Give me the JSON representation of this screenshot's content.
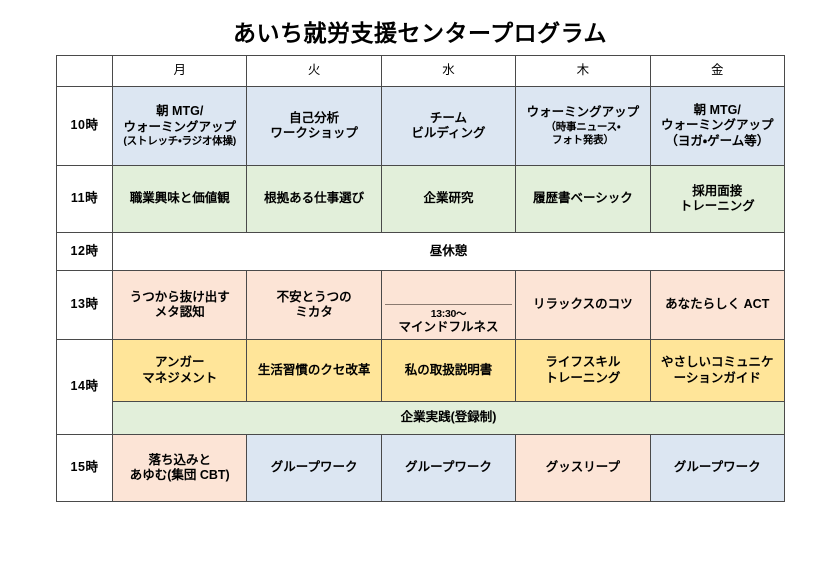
{
  "page": {
    "title": "あいち就労支援センタープログラム"
  },
  "table": {
    "corner_label": "",
    "day_headers": [
      "月",
      "火",
      "水",
      "木",
      "金"
    ],
    "rows": [
      {
        "time": "10時",
        "fill": "blue",
        "cells": [
          {
            "lines": [
              "朝 MTG/",
              "ウォーミングアップ"
            ],
            "sub": "(ストレッチ・ラジオ体操)"
          },
          {
            "lines": [
              "自己分析",
              "ワークショップ"
            ],
            "sub": ""
          },
          {
            "lines": [
              "チーム",
              "ビルディング"
            ],
            "sub": ""
          },
          {
            "lines": [
              "ウォーミングアップ"
            ],
            "sub": "（時事ニュース・\nフォト発表）"
          },
          {
            "lines": [
              "朝 MTG/",
              "ウォーミングアップ",
              "（ヨガ・ゲーム等）"
            ],
            "sub": ""
          }
        ]
      },
      {
        "time": "11時",
        "fill": "green",
        "cells": [
          {
            "lines": [
              "職業興味と価値観"
            ],
            "sub": ""
          },
          {
            "lines": [
              "根拠ある仕事選び"
            ],
            "sub": ""
          },
          {
            "lines": [
              "企業研究"
            ],
            "sub": ""
          },
          {
            "lines": [
              "履歴書ベーシック"
            ],
            "sub": ""
          },
          {
            "lines": [
              "採用面接",
              "トレーニング"
            ],
            "sub": ""
          }
        ]
      },
      {
        "time": "12時",
        "fill": "white",
        "span_label": "昼休憩"
      },
      {
        "time": "13時",
        "fill": "peach",
        "cells": [
          {
            "lines": [
              "うつから抜け出す",
              "メタ認知"
            ],
            "sub": ""
          },
          {
            "lines": [
              "不安とうつの",
              "ミカタ"
            ],
            "sub": ""
          },
          {
            "split": true,
            "time_note": "13:30～",
            "note_title": "マインドフルネス"
          },
          {
            "lines": [
              "リラックスのコツ"
            ],
            "sub": ""
          },
          {
            "lines": [
              "あなたらしく ACT"
            ],
            "sub": ""
          }
        ]
      },
      {
        "time": "14時",
        "fill": "yellow",
        "cells": [
          {
            "lines": [
              "アンガー",
              "マネジメント"
            ],
            "sub": ""
          },
          {
            "lines": [
              "生活習慣のクセ改革"
            ],
            "sub": ""
          },
          {
            "lines": [
              "私の取扱説明書"
            ],
            "sub": ""
          },
          {
            "lines": [
              "ライフスキル",
              "トレーニング"
            ],
            "sub": ""
          },
          {
            "lines": [
              "やさしいコミュニケ",
              "ーションガイド"
            ],
            "sub": ""
          }
        ]
      },
      {
        "time": "",
        "fill": "green",
        "span_label": "企業実践(登録制)"
      },
      {
        "time": "15時",
        "fill": "mixed",
        "cells": [
          {
            "lines": [
              "落ち込みと",
              "あゆむ(集団 CBT)"
            ],
            "sub": "",
            "fill": "peach"
          },
          {
            "lines": [
              "グループワーク"
            ],
            "sub": "",
            "fill": "blue"
          },
          {
            "lines": [
              "グループワーク"
            ],
            "sub": "",
            "fill": "blue"
          },
          {
            "lines": [
              "グッスリープ"
            ],
            "sub": "",
            "fill": "peach"
          },
          {
            "lines": [
              "グループワーク"
            ],
            "sub": "",
            "fill": "blue"
          }
        ]
      }
    ]
  },
  "colors": {
    "blue": "#dce6f2",
    "green": "#e2efda",
    "peach": "#fce4d6",
    "yellow": "#ffe599",
    "white": "#ffffff",
    "border": "#4a4a4a",
    "text": "#000000"
  }
}
